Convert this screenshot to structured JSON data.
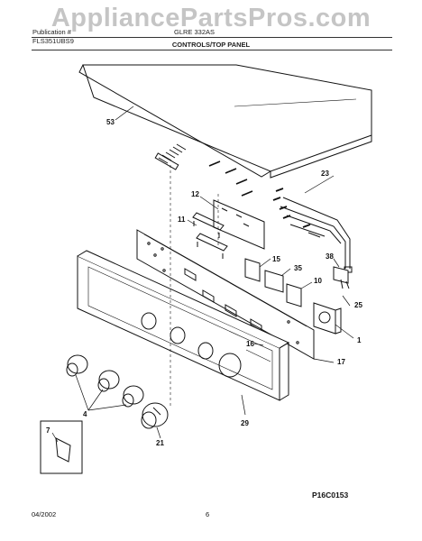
{
  "watermark": "AppliancePartsPros.com",
  "header": {
    "brand_line1": "Publication #",
    "brand_line2": "FLS351UBS9",
    "model": "GLRE 332AS",
    "title": "CONTROLS/TOP PANEL"
  },
  "parts": {
    "p1": "1",
    "p4": "4",
    "p7": "7",
    "p10": "10",
    "p11": "11",
    "p12": "12",
    "p15": "15",
    "p16": "16",
    "p17": "17",
    "p21": "21",
    "p23": "23",
    "p25": "25",
    "p29": "29",
    "p35": "35",
    "p38": "38",
    "p53": "53"
  },
  "footer": {
    "figure_code": "P16C0153",
    "date": "04/2002",
    "page": "6"
  }
}
